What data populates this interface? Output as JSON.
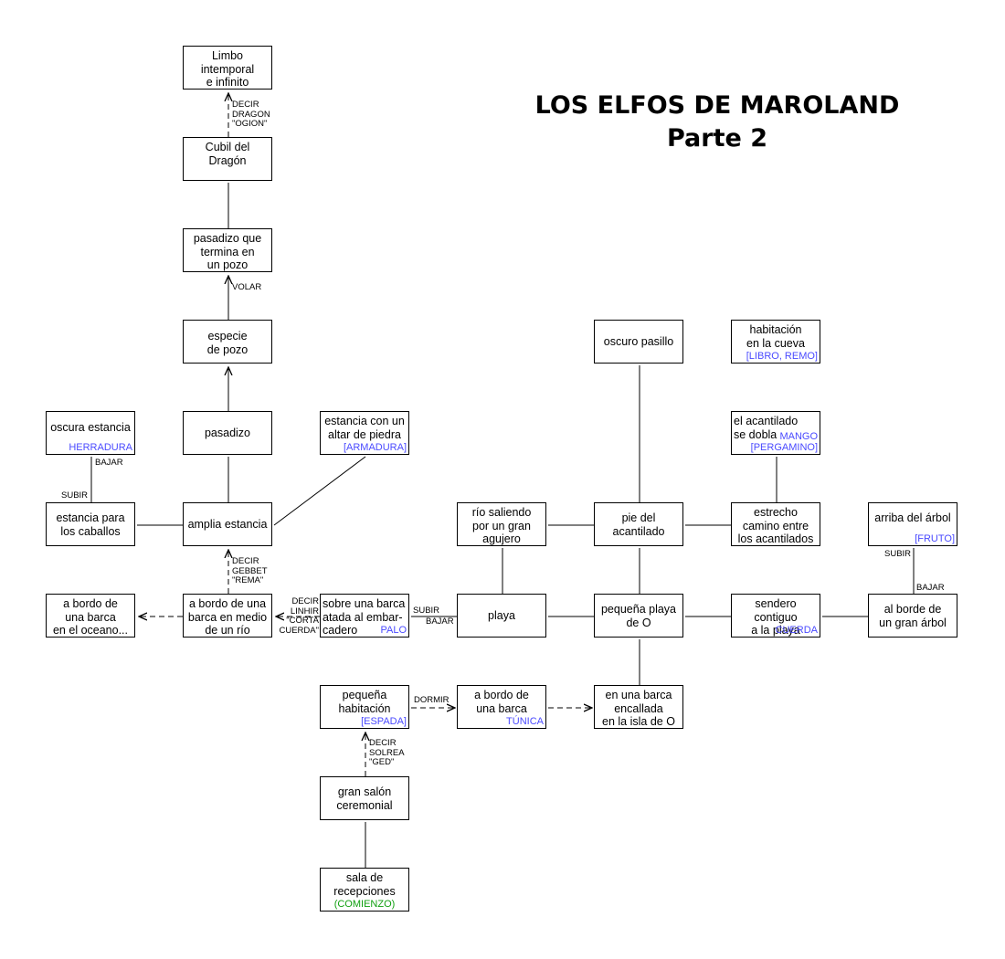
{
  "title": {
    "line1": "LOS ELFOS DE MAROLAND",
    "line2": "Parte 2"
  },
  "rooms": {
    "limbo": {
      "name": "Limbo\nintemporal\ne infinito",
      "item": ""
    },
    "cubil": {
      "name": "Cubil del\nDragón",
      "item": ""
    },
    "pasadizo_pozo": {
      "name": "pasadizo que\ntermina en\nun pozo",
      "item": ""
    },
    "especie_pozo": {
      "name": "especie\nde pozo",
      "item": ""
    },
    "pasadizo": {
      "name": "pasadizo",
      "item": ""
    },
    "oscura": {
      "name": "oscura estancia",
      "item": "HERRADURA"
    },
    "altar": {
      "name": "estancia con un\naltar de piedra",
      "item": "[ARMADURA]"
    },
    "caballos": {
      "name": "estancia para\nlos caballos",
      "item": ""
    },
    "amplia": {
      "name": "amplia estancia",
      "item": ""
    },
    "oceano": {
      "name": "a bordo de\nuna barca\nen el oceano...",
      "item": ""
    },
    "barca_rio": {
      "name": "a bordo de una\nbarca en medio\nde un río",
      "item": ""
    },
    "embarcadero": {
      "name": "sobre una barca\natada al embar-\ncadero",
      "item": "PALO"
    },
    "rio_agujero": {
      "name": "río saliendo\npor un gran\nagujero",
      "item": ""
    },
    "playa": {
      "name": "playa",
      "item": ""
    },
    "pasillo": {
      "name": "oscuro pasillo",
      "item": ""
    },
    "cueva": {
      "name": "habitación\nen la cueva",
      "item": "[LIBRO, REMO]"
    },
    "acantilado_dobla": {
      "name": "el acantilado\nse dobla",
      "item": "MANGO\n[PERGAMINO]"
    },
    "pie": {
      "name": "pie del\nacantilado",
      "item": ""
    },
    "estrecho": {
      "name": "estrecho\ncamino entre\nlos acantilados",
      "item": ""
    },
    "arriba_arbol": {
      "name": "arriba del árbol",
      "item": "[FRUTO]"
    },
    "pequena_playa": {
      "name": "pequeña playa\nde O",
      "item": ""
    },
    "sendero": {
      "name": "sendero contiguo\na la playa",
      "item": "CUERDA"
    },
    "borde_arbol": {
      "name": "al borde de\nun gran árbol",
      "item": ""
    },
    "habitacion": {
      "name": "pequeña\nhabitación",
      "item": "[ESPADA]"
    },
    "barca_tunica": {
      "name": "a bordo de\nuna barca",
      "item": "TÚNICA"
    },
    "encallada": {
      "name": "en una barca\nencallada\nen la isla de O",
      "item": ""
    },
    "gran_salon": {
      "name": "gran salón\nceremonial",
      "item": ""
    },
    "recepciones": {
      "name": "sala de\nrecepciones",
      "item": "(COMIENZO)"
    }
  },
  "labels": {
    "decir_dragon": "DECIR\nDRAGON\n\"OGION\"",
    "volar": "VOLAR",
    "bajar_oscura": "BAJAR",
    "subir_caballos": "SUBIR",
    "decir_gebbet": "DECIR\nGEBBET\n\"REMA\"",
    "decir_linhir": "DECIR\nLINHIR\n\"CORTA\nCUERDA\"",
    "subir_playa": "SUBIR",
    "bajar_playa": "BAJAR",
    "subir_arbol": "SUBIR",
    "bajar_arbol": "BAJAR",
    "dormir": "DORMIR",
    "decir_solrea": "DECIR\nSOLREA\n\"GED\""
  },
  "colors": {
    "item": "#4a4aff",
    "start": "#11a011",
    "line": "#000000"
  }
}
